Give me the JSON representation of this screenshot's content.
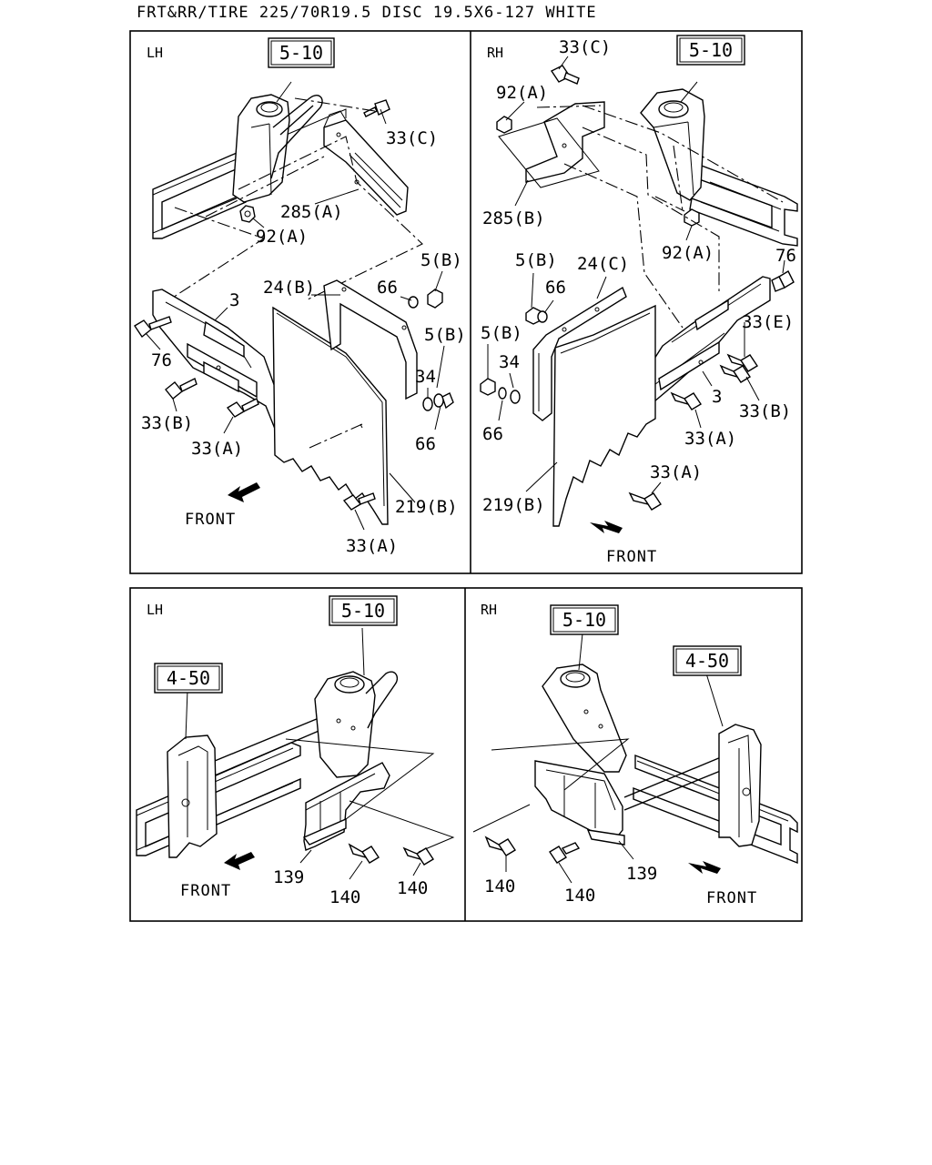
{
  "title": "FRT&RR/TIRE 225/70R19.5 DISC 19.5X6-127 WHITE",
  "panels": [
    {
      "side": "LH",
      "refs": [
        "5-10"
      ],
      "labels": [
        "33(C)",
        "285(A)",
        "92(A)",
        "5(B)",
        "66",
        "24(B)",
        "3",
        "5(B)",
        "76",
        "34",
        "33(B)",
        "33(A)",
        "66",
        "219(B)",
        "33(A)"
      ],
      "front": "FRONT"
    },
    {
      "side": "RH",
      "refs": [
        "5-10"
      ],
      "labels": [
        "33(C)",
        "92(A)",
        "285(B)",
        "92(A)",
        "76",
        "5(B)",
        "24(C)",
        "66",
        "33(E)",
        "5(B)",
        "34",
        "3",
        "33(B)",
        "66",
        "33(A)",
        "33(A)",
        "219(B)"
      ],
      "front": "FRONT"
    },
    {
      "side": "LH",
      "refs": [
        "5-10",
        "4-50"
      ],
      "labels": [
        "139",
        "140",
        "140"
      ],
      "front": "FRONT"
    },
    {
      "side": "RH",
      "refs": [
        "5-10",
        "4-50"
      ],
      "labels": [
        "140",
        "140",
        "139"
      ],
      "front": "FRONT"
    }
  ]
}
